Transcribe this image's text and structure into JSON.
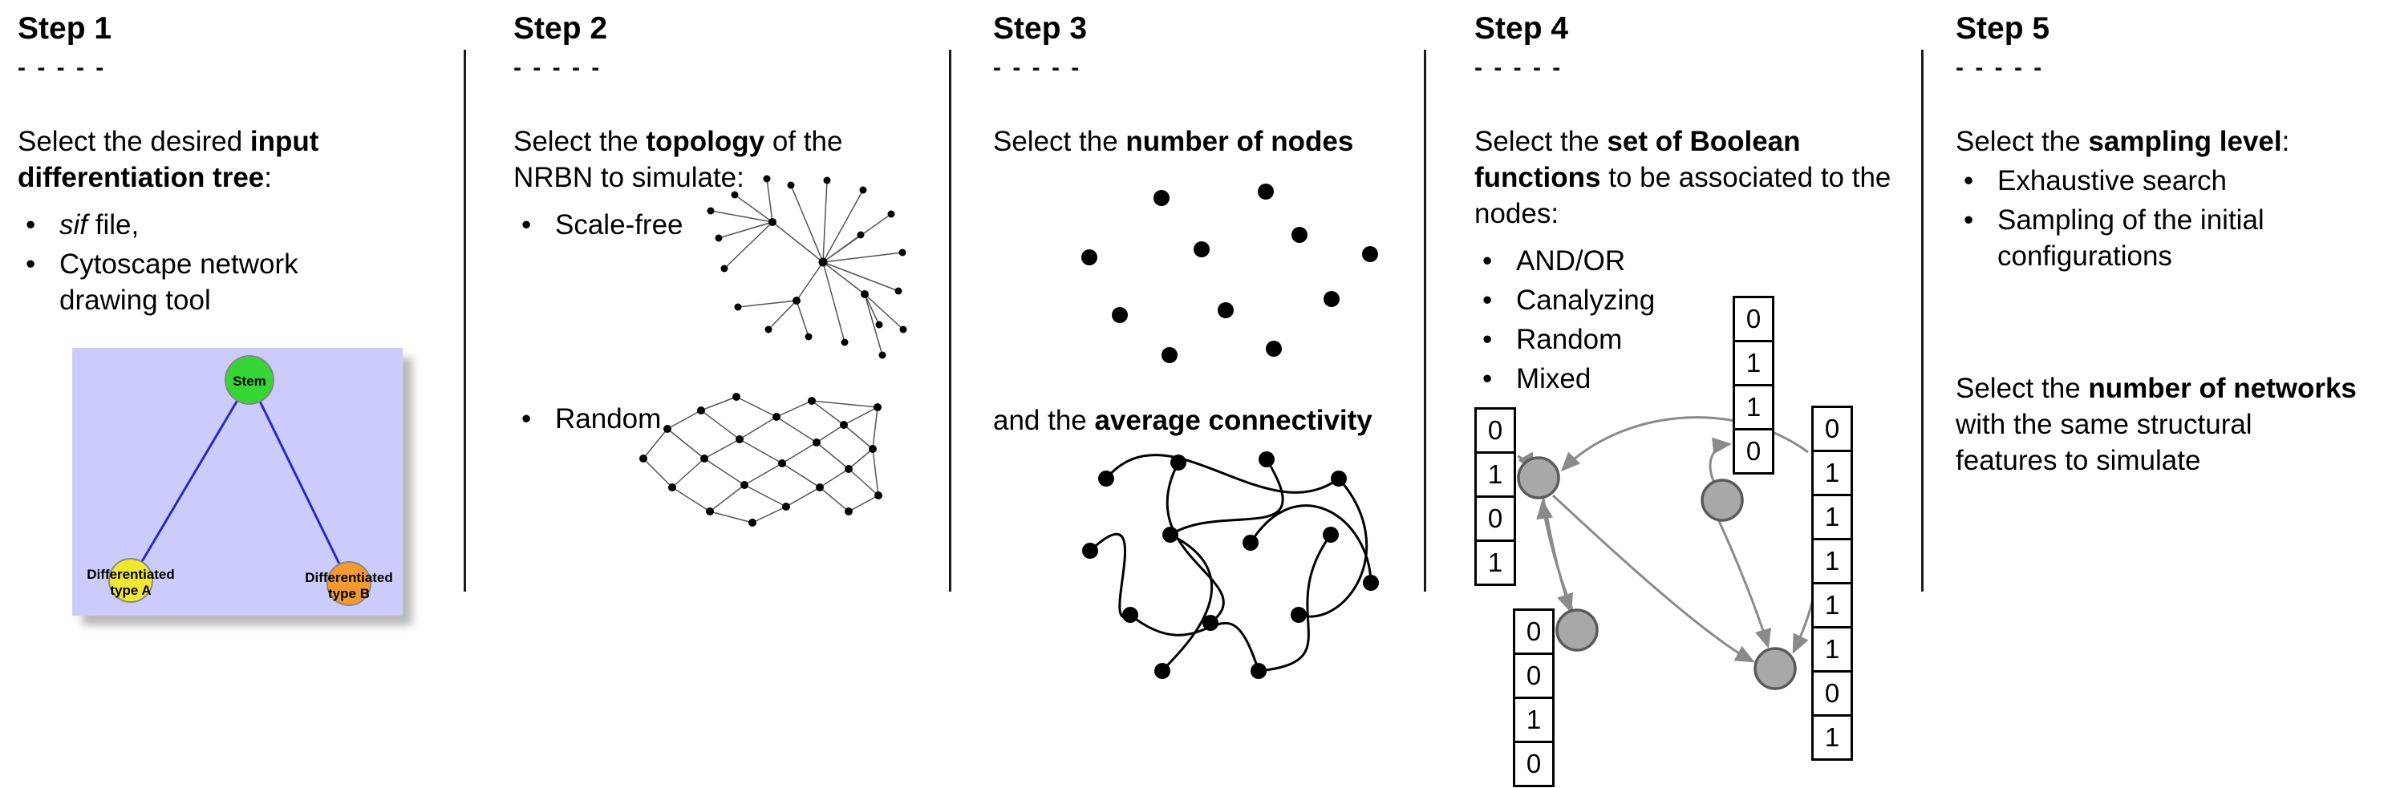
{
  "step1": {
    "title": "Step 1",
    "dashes": "- - - - -",
    "intro_pre": "Select the desired ",
    "intro_bold": "input differentiation tree",
    "intro_post": ":",
    "bullet1_italic": "sif",
    "bullet1_rest": " file,",
    "bullet2": "Cytoscape network drawing tool",
    "tree": {
      "root_label": "Stem",
      "left_label_line1": "Differentiated",
      "left_label_line2": "type A",
      "right_label_line1": "Differentiated",
      "right_label_line2": "type B",
      "background_color": "#ccccfc",
      "root_color": "#35d535",
      "left_color": "#efe832",
      "right_color": "#f59a2e",
      "edge_color": "#2929c8"
    }
  },
  "step2": {
    "title": "Step 2",
    "dashes": "- - - - -",
    "intro_pre": "Select the ",
    "intro_bold": "topology",
    "intro_post": " of the NRBN to simulate:",
    "bullet1": "Scale-free",
    "bullet2": "Random"
  },
  "step3": {
    "title": "Step 3",
    "dashes": "- - - - -",
    "line1_pre": "Select the ",
    "line1_bold": "number of nodes",
    "line2_pre": "and the ",
    "line2_bold": "average connectivity"
  },
  "step4": {
    "title": "Step 4",
    "dashes": "- - - - -",
    "intro_pre": "Select the ",
    "intro_bold": "set of Boolean functions",
    "intro_post": " to be associated to the nodes:",
    "bullets": [
      "AND/OR",
      "Canalyzing",
      "Random",
      "Mixed"
    ],
    "node_color": "#a8a8a8",
    "arrow_color": "#8a8a8a",
    "tables": {
      "left": [
        "0",
        "1",
        "0",
        "1"
      ],
      "top": [
        "0",
        "1",
        "1",
        "0"
      ],
      "bottom": [
        "0",
        "0",
        "1",
        "0"
      ],
      "right": [
        "0",
        "1",
        "1",
        "1",
        "1",
        "1",
        "0",
        "1"
      ]
    }
  },
  "step5": {
    "title": "Step 5",
    "dashes": "- - - - -",
    "intro_pre": "Select the ",
    "intro_bold": "sampling level",
    "intro_post": ":",
    "bullet1": "Exhaustive search",
    "bullet2": "Sampling of the initial configurations",
    "second_pre": "Select the ",
    "second_bold": "number of networks",
    "second_post": " with the same structural features to simulate"
  }
}
